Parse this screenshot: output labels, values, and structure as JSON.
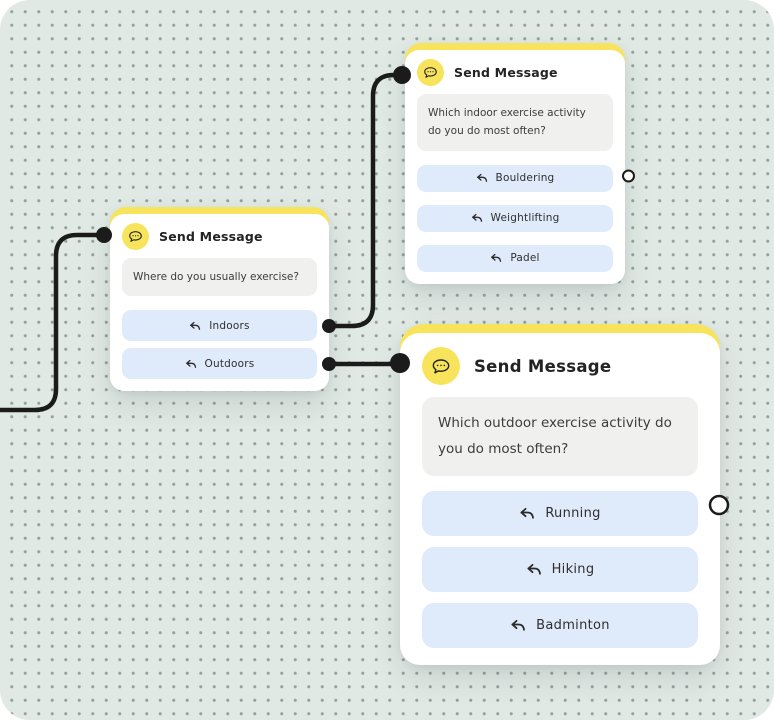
{
  "canvas": {
    "background_color": "#E0E9E4",
    "dot_color": "#93A09B"
  },
  "colors": {
    "accent_yellow": "#F8E45C",
    "choice_button_blue": "#DFEBFA",
    "message_bubble_gray": "#F0F0EF",
    "connector_black": "#1B1B1B",
    "card_white": "#FFFFFF"
  },
  "icons": {
    "node_header": "chat-bubble-icon",
    "choice_button": "reply-arrow-icon",
    "connected_port": "connection-dot",
    "open_port": "connection-port-ring"
  },
  "nodes": [
    {
      "title": "Send Message",
      "question": "Which indoor exercise activity do you do most often?",
      "buttons": [
        "Bouldering",
        "Weightlifting",
        "Padel"
      ]
    },
    {
      "title": "Send Message",
      "question": "Where do you usually exercise?",
      "buttons": [
        "Indoors",
        "Outdoors"
      ]
    },
    {
      "title": "Send Message",
      "question": "Which outdoor exercise activity do you do most often?",
      "buttons": [
        "Running",
        "Hiking",
        "Badminton"
      ]
    }
  ]
}
